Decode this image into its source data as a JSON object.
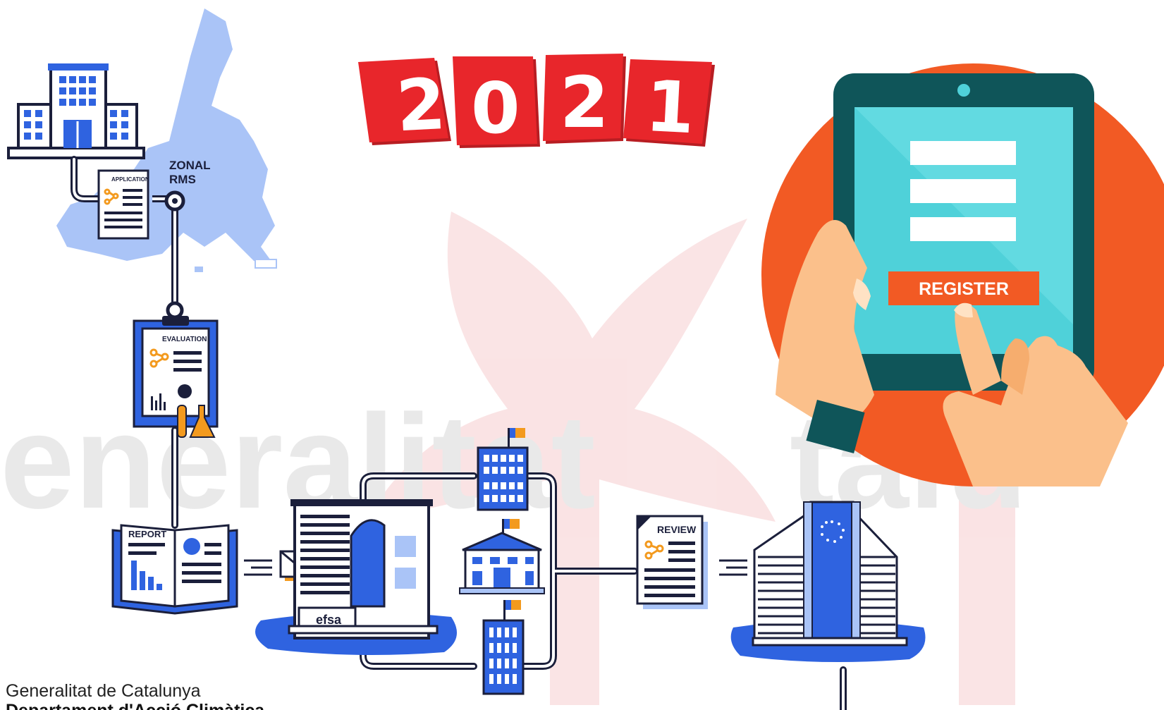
{
  "year_digits": [
    "2",
    "0",
    "2",
    "1"
  ],
  "map_label": {
    "line1": "ZONAL",
    "line2": "RMS"
  },
  "documents": {
    "application": "APPLICATION",
    "evaluation": "EVALUATION",
    "report": "REPORT",
    "review": "REVIEW"
  },
  "agency_label": "efsa",
  "tablet_button": "REGISTER",
  "footer": {
    "line1": "Generalitat de Catalunya",
    "line2": "Departament d'Acció Climàtica"
  },
  "colors": {
    "navy": "#1b1f3b",
    "blue": "#2f63e0",
    "light_blue": "#aac4f7",
    "orange": "#f39a1e",
    "red_dice": "#e8262b",
    "tablet_orange": "#f25a24",
    "tablet_screen": "#4fd1d9",
    "tablet_frame": "#0f5559"
  }
}
